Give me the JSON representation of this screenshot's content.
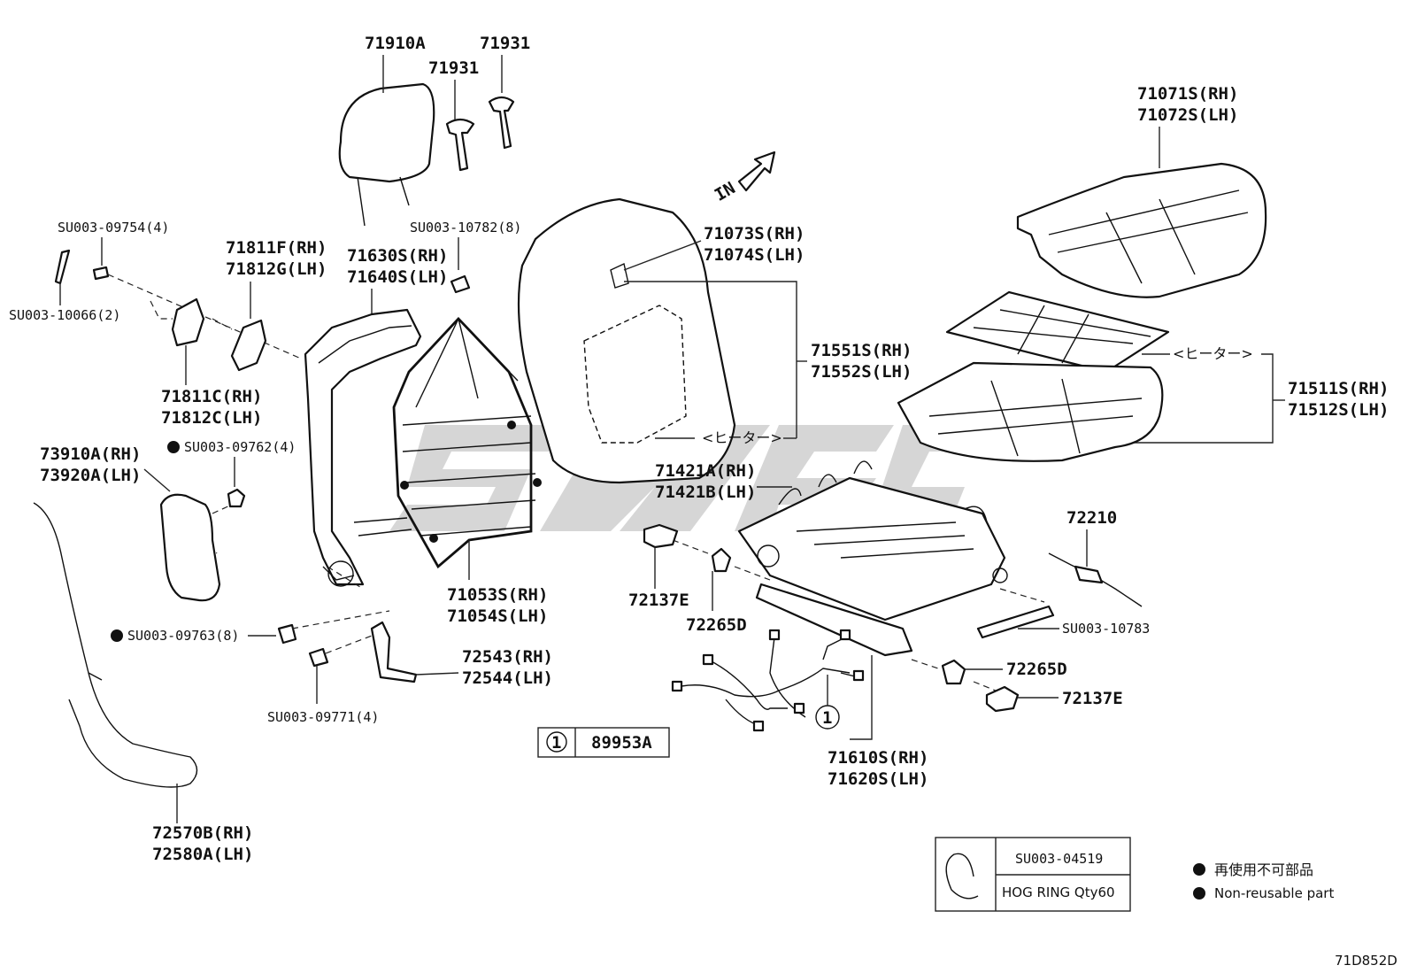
{
  "labels": {
    "headrest": "71910A",
    "guide_a": "71931",
    "guide_b": "71931",
    "headrest_holder": [
      "71811F(RH)",
      "71812G(LH)"
    ],
    "back_frame": [
      "71630S(RH)",
      "71640S(LH)"
    ],
    "clip_top": "SU003-10782(8)",
    "screw_top": "SU003-09754(4)",
    "pin_left": "SU003-10066(2)",
    "trim_cover_lower": [
      "71811C(RH)",
      "71812C(LH)"
    ],
    "nut_sub": "SU003-09762(4)",
    "side_shield": [
      "73910A(RH)",
      "73920A(LH)"
    ],
    "back_spring": [
      "71053S(RH)",
      "71054S(LH)"
    ],
    "back_cover": [
      "71073S(RH)",
      "71074S(LH)"
    ],
    "back_pad": [
      "71551S(RH)",
      "71552S(LH)"
    ],
    "heater_back": "<ヒーター>",
    "cushion_cover": [
      "71071S(RH)",
      "71072S(LH)"
    ],
    "heater_cushion": "<ヒーター>",
    "cushion_pad": [
      "71511S(RH)",
      "71512S(LH)"
    ],
    "cushion_spring": [
      "71421A(RH)",
      "71421B(LH)"
    ],
    "cover_front": "72137E",
    "bracket_front": "72265D",
    "cable_right": "72210",
    "cushion_clip": "SU003-10783",
    "bracket_rear": "72265D",
    "cover_rear": "72137E",
    "bolt_sub": "SU003-09763(8)",
    "bracket_recline": [
      "72543(RH)",
      "72544(LH)"
    ],
    "bolt_bottom": "SU003-09771(4)",
    "cable_left": [
      "72570B(RH)",
      "72580A(LH)"
    ],
    "wire_ref_num": "1",
    "wire_ref_part": "89953A",
    "adjuster": [
      "71610S(RH)",
      "71620S(LH)"
    ],
    "direction": "IN",
    "diagram_code": "71D852D"
  },
  "hog_ring": {
    "part": "SU003-04519",
    "desc": "HOG RING Qty60"
  },
  "legend": {
    "jp": "再使用不可部品",
    "en": "Non-reusable part"
  },
  "colors": {
    "line": "#111111",
    "watermark": "#cfcfcf"
  }
}
